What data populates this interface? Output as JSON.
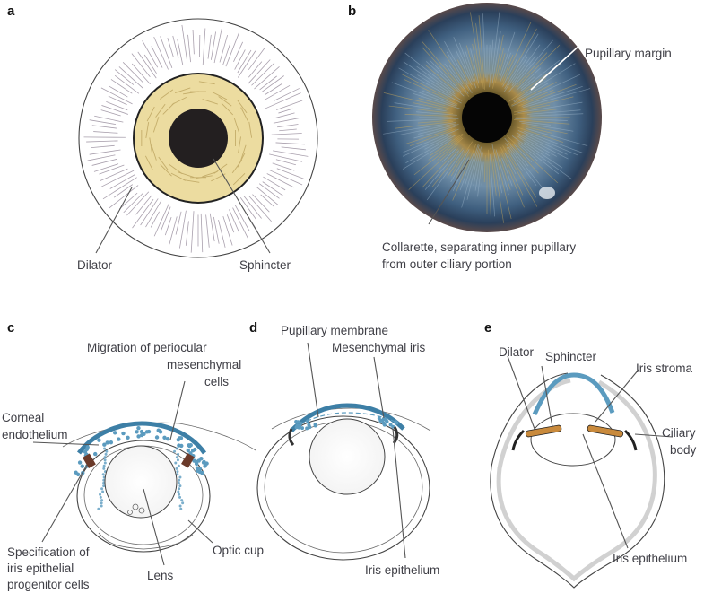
{
  "panels": {
    "a": {
      "letter": "a",
      "labels": {
        "dilator": "Dilator",
        "sphincter": "Sphincter"
      }
    },
    "b": {
      "letter": "b",
      "labels": {
        "pupillary_margin": "Pupillary margin",
        "collarette_line1": "Collarette, separating inner pupillary",
        "collarette_line2": "from outer ciliary portion"
      }
    },
    "c": {
      "letter": "c",
      "labels": {
        "migration_line1": "Migration of periocular",
        "migration_line2": "mesenchymal",
        "migration_line3": "cells",
        "corneal_line1": "Corneal",
        "corneal_line2": "endothelium",
        "spec_line1": "Specification of",
        "spec_line2": "iris epithelial",
        "spec_line3": "progenitor cells",
        "lens": "Lens",
        "optic_cup": "Optic cup"
      }
    },
    "d": {
      "letter": "d",
      "labels": {
        "pupillary_membrane": "Pupillary membrane",
        "mesenchymal_iris": "Mesenchymal iris",
        "iris_epithelium": "Iris epithelium"
      }
    },
    "e": {
      "letter": "e",
      "labels": {
        "dilator": "Dilator",
        "sphincter": "Sphincter",
        "iris_stroma": "Iris stroma",
        "ciliary_line1": "Ciliary",
        "ciliary_line2": "body",
        "iris_epithelium": "Iris epithelium"
      }
    }
  },
  "colors": {
    "sphincter_fill": "#ecdca0",
    "pupil": "#231f20",
    "mesenchyme_blue": "#5b9bbf",
    "epithelium_brown": "#6b3a2a",
    "iris_orange": "#c98a3c"
  }
}
